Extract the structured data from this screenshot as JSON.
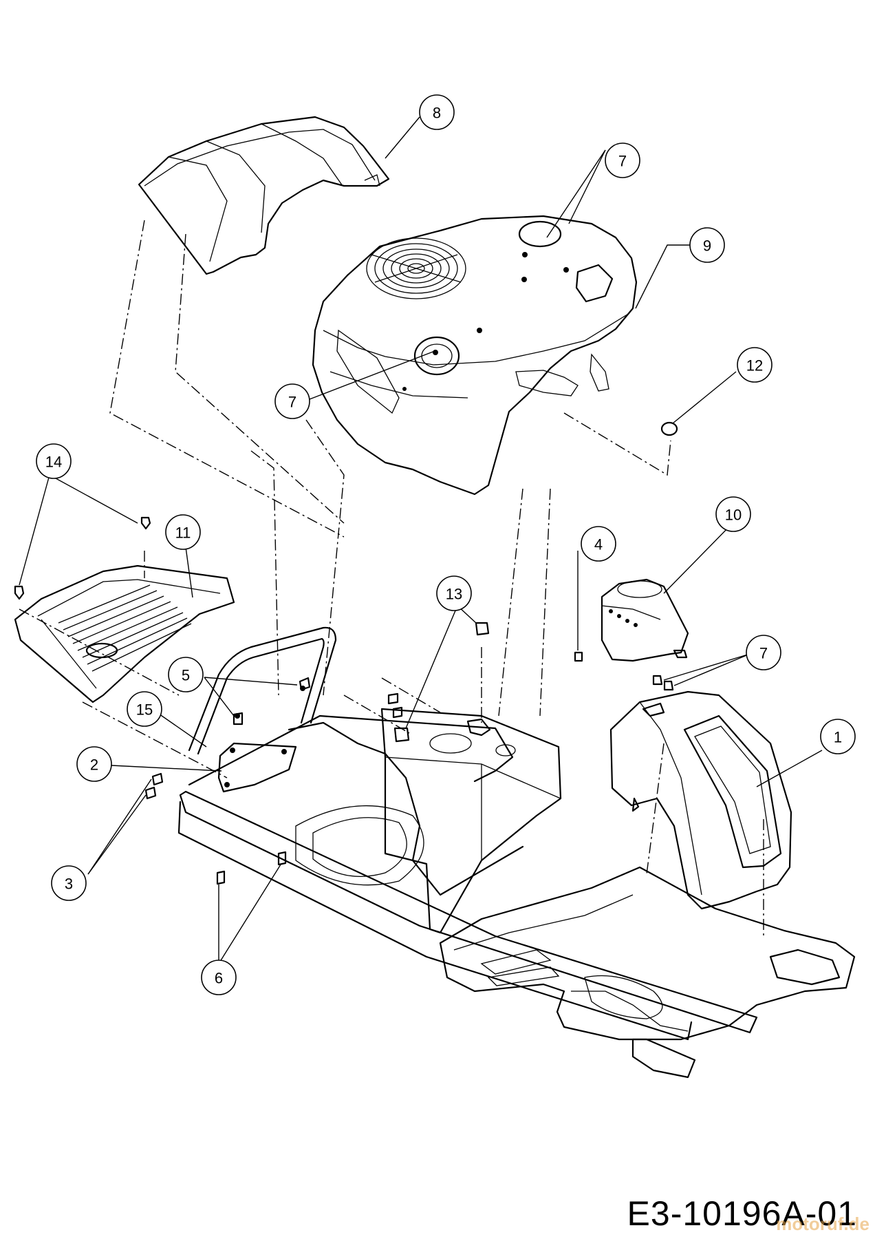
{
  "drawing_code": "E3-10196A-01",
  "watermark": "motoruf.de",
  "callouts": [
    {
      "id": "c8",
      "label": "8"
    },
    {
      "id": "c7a",
      "label": "7"
    },
    {
      "id": "c9",
      "label": "9"
    },
    {
      "id": "c7b",
      "label": "7"
    },
    {
      "id": "c12",
      "label": "12"
    },
    {
      "id": "c14",
      "label": "14"
    },
    {
      "id": "c11",
      "label": "11"
    },
    {
      "id": "c10",
      "label": "10"
    },
    {
      "id": "c4",
      "label": "4"
    },
    {
      "id": "c13",
      "label": "13"
    },
    {
      "id": "c7c",
      "label": "7"
    },
    {
      "id": "c5",
      "label": "5"
    },
    {
      "id": "c15",
      "label": "15"
    },
    {
      "id": "c1",
      "label": "1"
    },
    {
      "id": "c2",
      "label": "2"
    },
    {
      "id": "c3",
      "label": "3"
    },
    {
      "id": "c6",
      "label": "6"
    }
  ]
}
